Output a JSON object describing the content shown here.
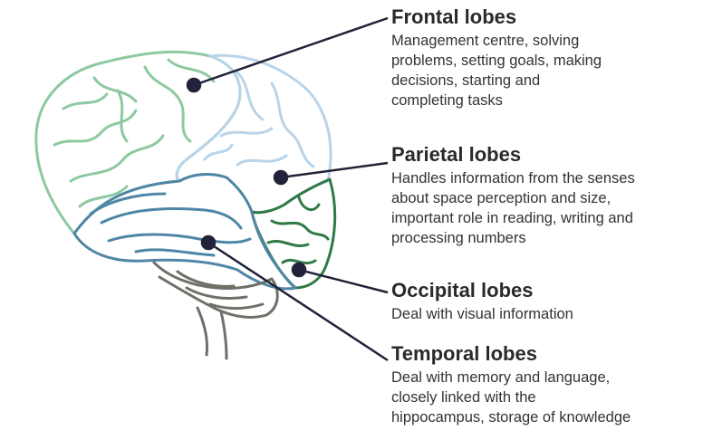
{
  "lobes": [
    {
      "title": "Frontal lobes",
      "lines": [
        "Management centre, solving",
        "problems, setting goals, making",
        "decisions, starting and",
        "completing tasks"
      ]
    },
    {
      "title": "Parietal lobes",
      "lines": [
        "Handles information from the senses",
        "about space perception and size,",
        "important role in reading, writing and",
        "processing numbers"
      ]
    },
    {
      "title": "Occipital lobes",
      "lines": [
        "Deal with visual information"
      ]
    },
    {
      "title": "Temporal lobes",
      "lines": [
        "Deal with memory and language,",
        "closely linked with the",
        "hippocampus, storage of knowledge"
      ]
    }
  ],
  "colors": {
    "frontal": "#8cc9a0",
    "parietal": "#b9d4ea",
    "occipital": "#2f7a45",
    "temporal": "#4f86a6",
    "brainstem": "#6e7168",
    "pointer": "#22223a"
  }
}
